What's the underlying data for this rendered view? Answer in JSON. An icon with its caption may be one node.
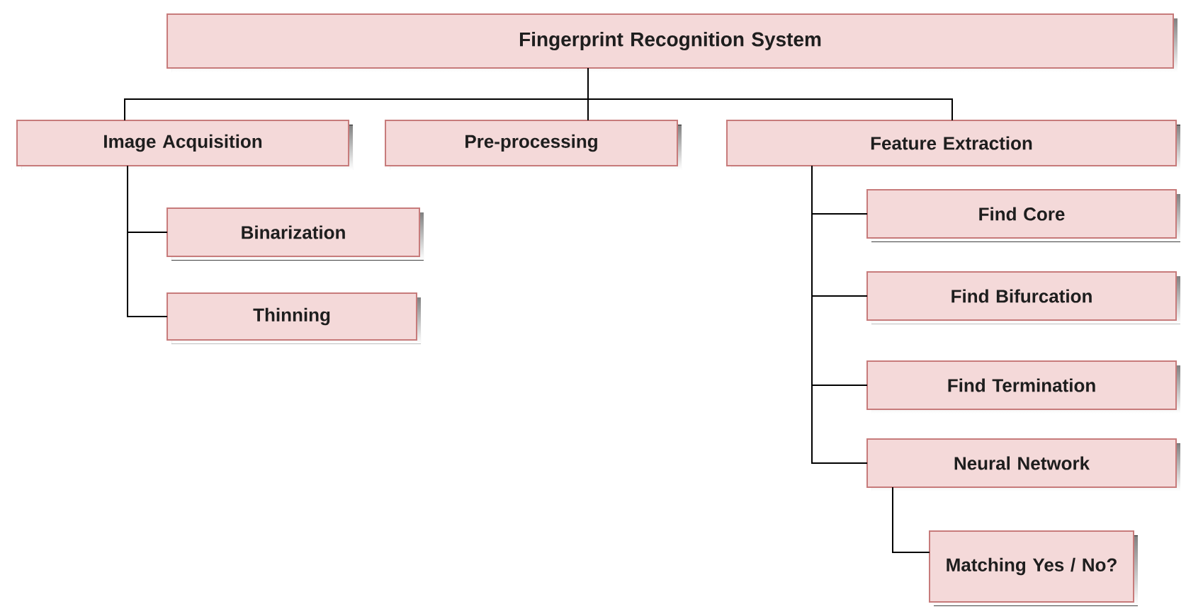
{
  "diagram": {
    "nodes": [
      {
        "text": [
          "Fingerprint Recognition System"
        ]
      },
      {
        "text": [
          "Image Acquisition"
        ]
      },
      {
        "text": [
          "Pre-processing"
        ]
      },
      {
        "text": [
          "Feature Extraction"
        ]
      },
      {
        "text": [
          "Binarization"
        ]
      },
      {
        "text": [
          "Thinning"
        ]
      },
      {
        "text": [
          "Find Core"
        ]
      },
      {
        "text": [
          "Find Bifurcation"
        ]
      },
      {
        "text": [
          "Find Termination"
        ]
      },
      {
        "text": [
          "Neural Network"
        ]
      },
      {
        "text": [
          "Matching Yes / No?"
        ]
      }
    ],
    "edges": [
      {
        "from": 0,
        "to": 1,
        "arrow": "none"
      },
      {
        "from": 0,
        "to": 2,
        "arrow": "none"
      },
      {
        "from": 0,
        "to": 3,
        "arrow": "none"
      },
      {
        "from": 1,
        "to": 4,
        "arrow": "none"
      },
      {
        "from": 1,
        "to": 5,
        "arrow": "none"
      },
      {
        "from": 3,
        "to": 6,
        "arrow": "none"
      },
      {
        "from": 3,
        "to": 7,
        "arrow": "none"
      },
      {
        "from": 3,
        "to": 8,
        "arrow": "none"
      },
      {
        "from": 3,
        "to": 9,
        "arrow": "none"
      },
      {
        "from": 9,
        "to": 10,
        "arrow": "none"
      }
    ]
  }
}
